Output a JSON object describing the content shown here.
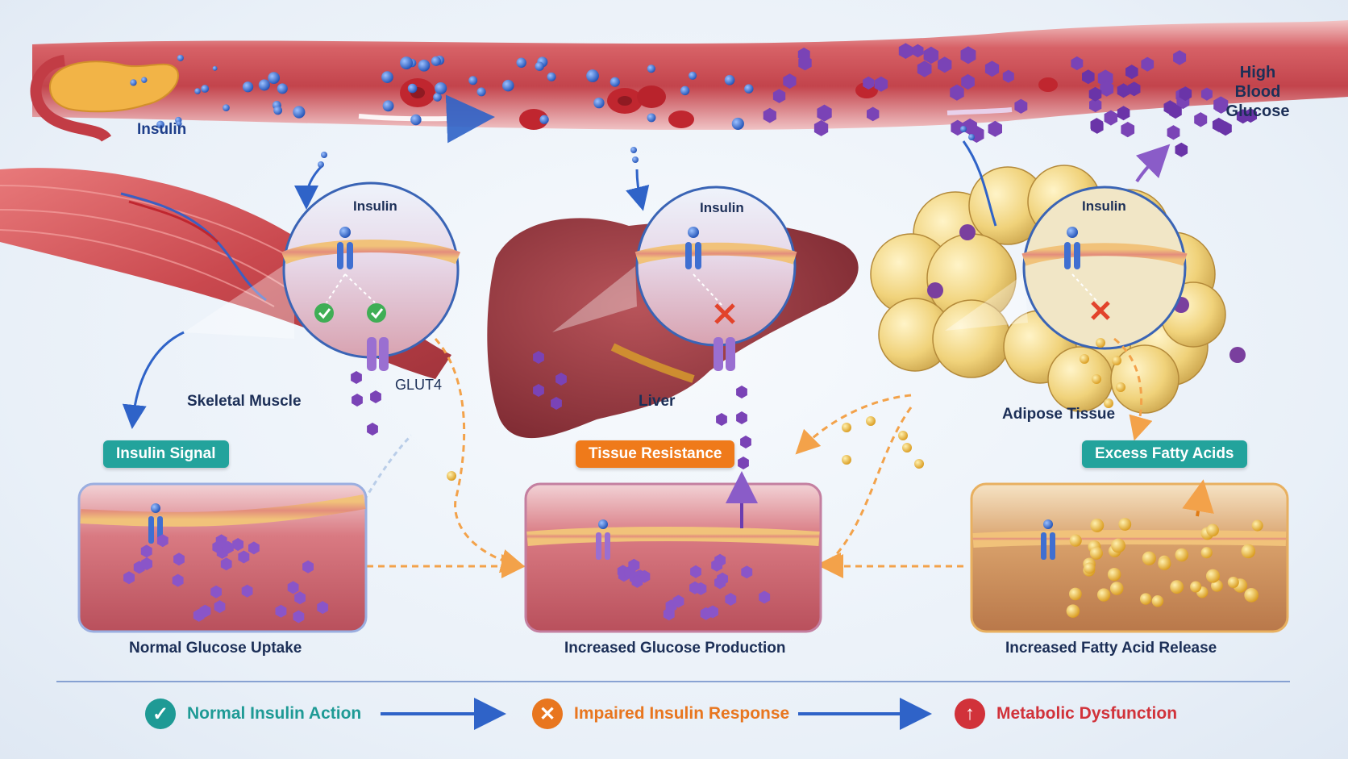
{
  "labels": {
    "insulin_top": "Insulin",
    "high_blood_glucose": [
      "High",
      "Blood",
      "Glucose"
    ],
    "insulin_circle_muscle": "Insulin",
    "insulin_circle_liver": "Insulin",
    "insulin_circle_adipose": "Insulin",
    "glut4": "GLUT4",
    "skeletal_muscle": "Skeletal Muscle",
    "liver": "Liver",
    "adipose_tissue": "Adipose Tissue"
  },
  "badges": {
    "insulin_signal": "Insulin Signal",
    "tissue_resistance": "Tissue Resistance",
    "excess_fatty_acids": "Excess Fatty Acids"
  },
  "panels": {
    "left": "Normal Glucose Uptake",
    "middle": "Increased Glucose Production",
    "right": "Increased Fatty Acid Release"
  },
  "legend": [
    {
      "icon": "check-icon",
      "label": "Normal Insulin Action",
      "color": "#1e9a95"
    },
    {
      "icon": "x-icon",
      "label": "Impaired Insulin Response",
      "color": "#e8761f"
    },
    {
      "icon": "up-arrow-icon",
      "label": "Metabolic Dysfunction",
      "color": "#d1323a"
    }
  ],
  "colors": {
    "teal": "#23a39c",
    "orange": "#ef7a1a",
    "red": "#d1323a",
    "insulin_blue": "#2f63c8",
    "glucose_purple": "#7a43b6",
    "fatty_acid_gold": "#e8b23a",
    "vessel": "#c9434a"
  }
}
